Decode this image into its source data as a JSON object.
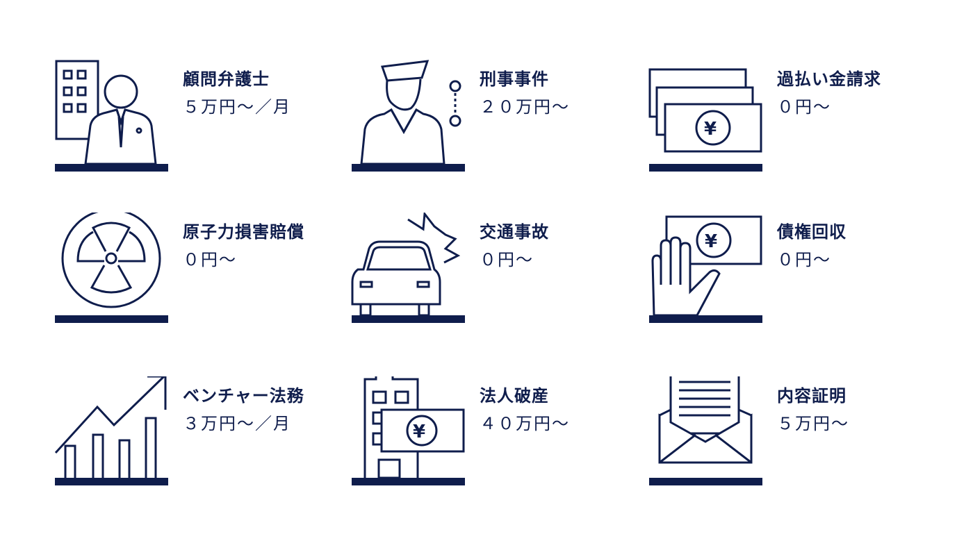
{
  "colors": {
    "navy": "#0f1d4c",
    "background": "#ffffff"
  },
  "services": [
    {
      "title": "顧問弁護士",
      "price": "５万円～／月",
      "icon": "lawyer-office-icon"
    },
    {
      "title": "刑事事件",
      "price": "２０万円～",
      "icon": "police-officer-handcuffs-icon"
    },
    {
      "title": "過払い金請求",
      "price": "０円～",
      "icon": "yen-banknotes-icon"
    },
    {
      "title": "原子力損害賠償",
      "price": "０円～",
      "icon": "radiation-icon"
    },
    {
      "title": "交通事故",
      "price": "０円～",
      "icon": "car-crash-icon"
    },
    {
      "title": "債権回収",
      "price": "０円～",
      "icon": "hand-banknote-icon"
    },
    {
      "title": "ベンチャー法務",
      "price": "３万円～／月",
      "icon": "growth-chart-icon"
    },
    {
      "title": "法人破産",
      "price": "４０万円～",
      "icon": "building-yen-icon"
    },
    {
      "title": "内容証明",
      "price": "５万円～",
      "icon": "letter-envelope-icon"
    }
  ],
  "yen_symbol": "¥"
}
